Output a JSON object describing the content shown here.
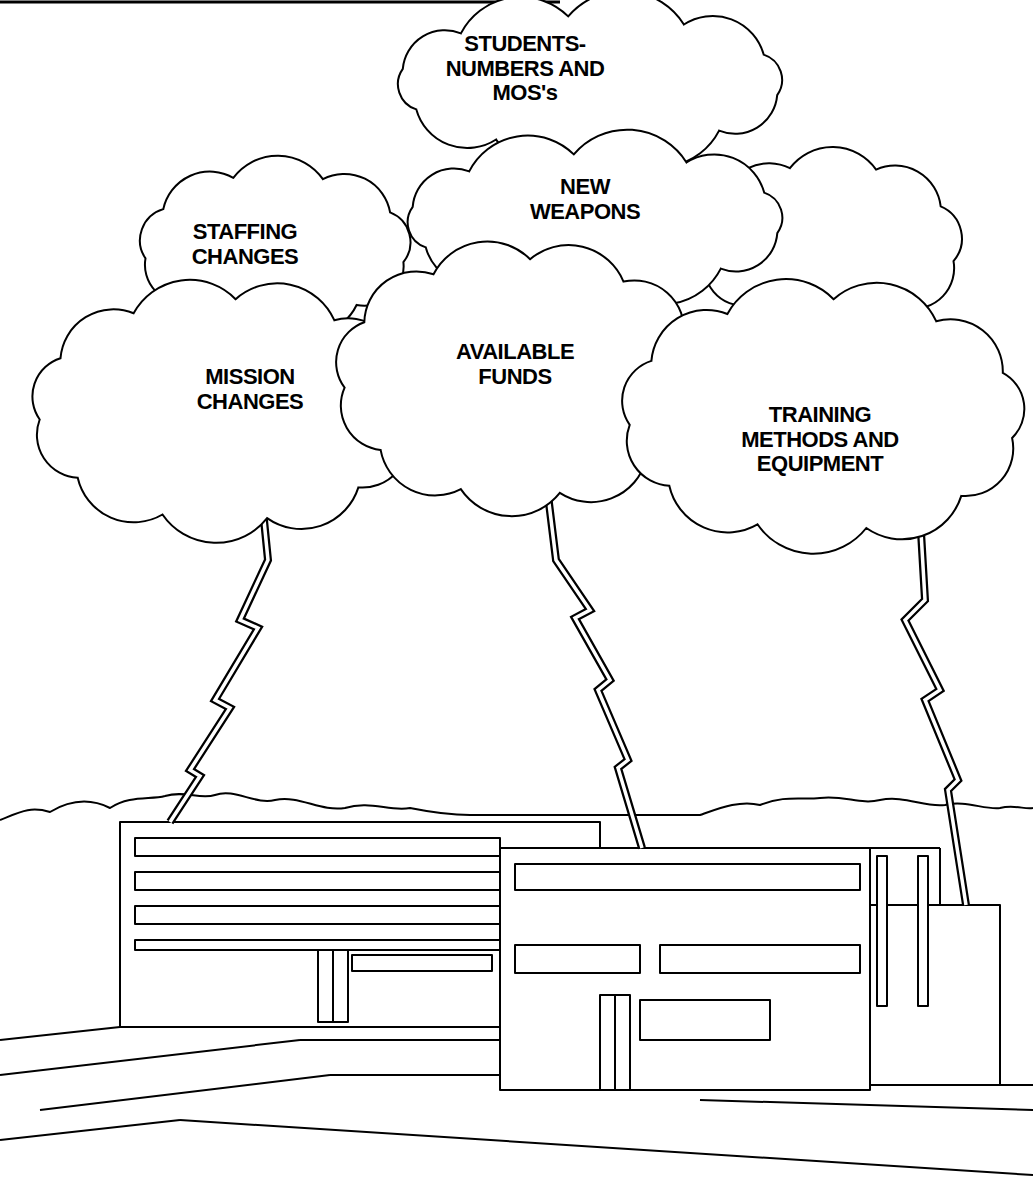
{
  "diagram": {
    "nodes": [
      {
        "text": [
          "STUDENTS- NUMBERS AND MOS's"
        ]
      },
      {
        "text": [
          "STAFFING CHANGES"
        ]
      },
      {
        "text": [
          "NEW WEAPONS"
        ]
      },
      {
        "text": [
          "MISSION CHANGES"
        ]
      },
      {
        "text": [
          "AVAILABLE FUNDS"
        ]
      },
      {
        "text": [
          "TRAINING METHODS AND EQUIPMENT"
        ]
      }
    ]
  }
}
